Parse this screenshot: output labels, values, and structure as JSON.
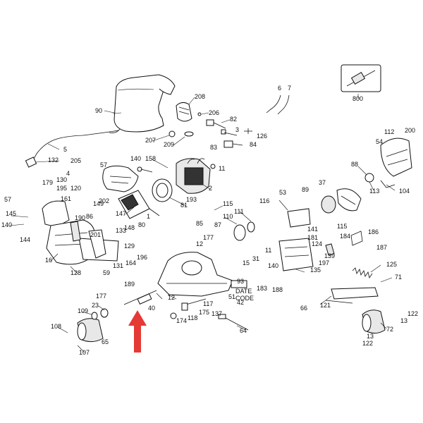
{
  "diagram": {
    "part_numbers": [
      "90",
      "208",
      "206",
      "82",
      "3",
      "126",
      "207",
      "209",
      "83",
      "84",
      "6",
      "7",
      "800",
      "5",
      "132",
      "205",
      "57",
      "158",
      "140",
      "11",
      "2",
      "4",
      "130",
      "179",
      "195",
      "120",
      "161",
      "57",
      "145",
      "140",
      "147",
      "80",
      "1",
      "81",
      "193",
      "115",
      "85",
      "190",
      "86",
      "133",
      "201",
      "149",
      "202",
      "148",
      "129",
      "144",
      "16",
      "131",
      "59",
      "128",
      "196",
      "164",
      "12",
      "177",
      "87",
      "110",
      "111",
      "116",
      "53",
      "89",
      "37",
      "113",
      "88",
      "104",
      "54",
      "112",
      "200",
      "115",
      "141",
      "181",
      "124",
      "186",
      "184",
      "187",
      "139",
      "93",
      "183",
      "188",
      "140",
      "135",
      "197",
      "125",
      "71",
      "31",
      "15",
      "11",
      "12",
      "177",
      "189",
      "23",
      "109",
      "40",
      "117",
      "175",
      "118",
      "174",
      "42",
      "51",
      "137",
      "64",
      "121",
      "66",
      "122",
      "13",
      "72",
      "108",
      "65",
      "107",
      "13",
      "122"
    ],
    "date_code_line1": "DATE",
    "date_code_line2": "CODE"
  },
  "colors": {
    "lines": "#111111",
    "shading": "#e8e8e8",
    "arrow": "#e53935"
  },
  "icons": {
    "pointer": "red-up-arrow-icon"
  }
}
